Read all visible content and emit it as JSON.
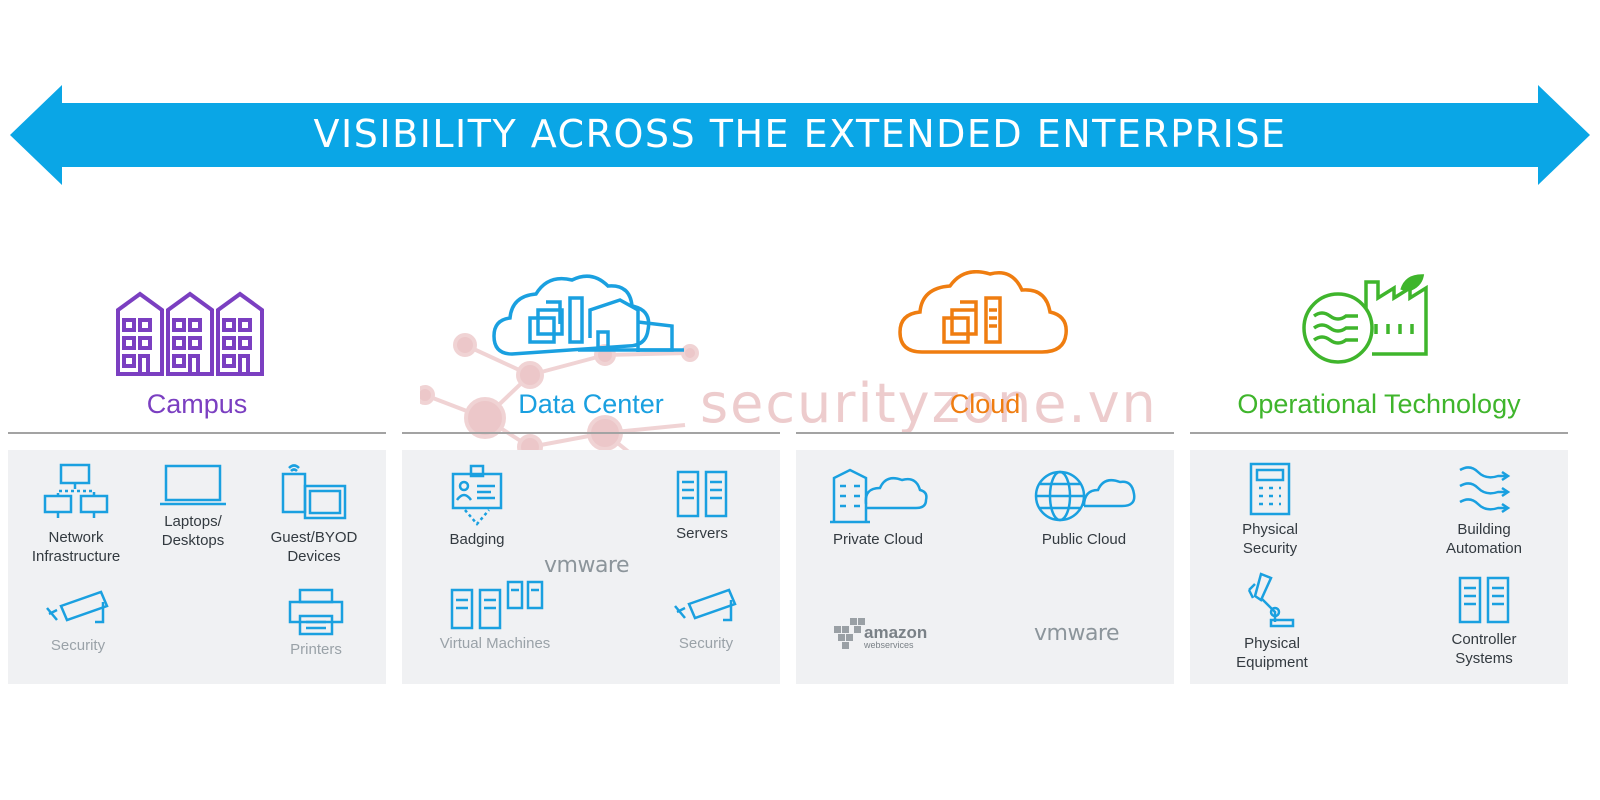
{
  "banner": {
    "title": "VISIBILITY ACROSS THE EXTENDED ENTERPRISE",
    "color": "#0aa6e6"
  },
  "columns": [
    {
      "title": "Campus",
      "color": "#7b3fc1",
      "items": [
        "Network Infrastructure",
        "Laptops/ Desktops",
        "Guest/BYOD Devices",
        "Security",
        "Printers"
      ]
    },
    {
      "title": "Data Center",
      "color": "#1aa0e0",
      "items": [
        "Badging",
        "Servers",
        "Virtual Machines",
        "Security"
      ],
      "logo": "vmware"
    },
    {
      "title": "Cloud",
      "color": "#ef7d10",
      "items": [
        "Private Cloud",
        "Public Cloud"
      ],
      "logos": [
        "amazon",
        "webservices",
        "vmware"
      ]
    },
    {
      "title": "Operational Technology",
      "color": "#3fb52c",
      "items": [
        "Physical Security",
        "Building Automation",
        "Physical Equipment",
        "Controller Systems"
      ]
    }
  ],
  "watermark": "securityzone.vn",
  "icon_color": "#1aa0e0"
}
